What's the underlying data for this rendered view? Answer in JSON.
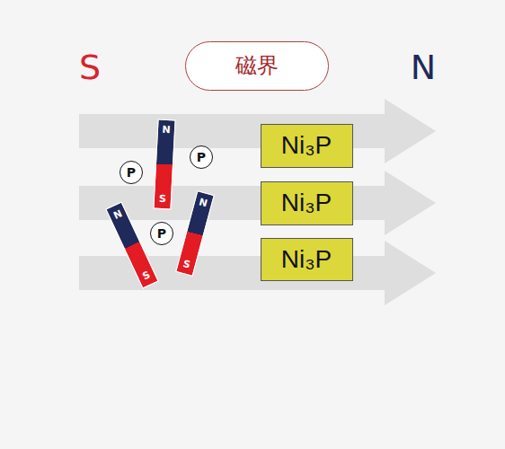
{
  "diagram": {
    "nodes": [
      {
        "text": [
          "磁界"
        ]
      },
      {
        "text": [
          "N",
          "S"
        ]
      },
      {
        "text": [
          "P"
        ]
      },
      {
        "text": [
          "P"
        ]
      },
      {
        "text": [
          "N",
          "S"
        ]
      },
      {
        "text": [
          "P"
        ]
      },
      {
        "text": [
          "N",
          "S"
        ]
      },
      {
        "text": [
          "Ni₃P"
        ]
      },
      {
        "text": [
          "Ni₃P"
        ]
      },
      {
        "text": [
          "Ni₃P"
        ]
      }
    ],
    "labels": [
      "S",
      "N"
    ]
  }
}
